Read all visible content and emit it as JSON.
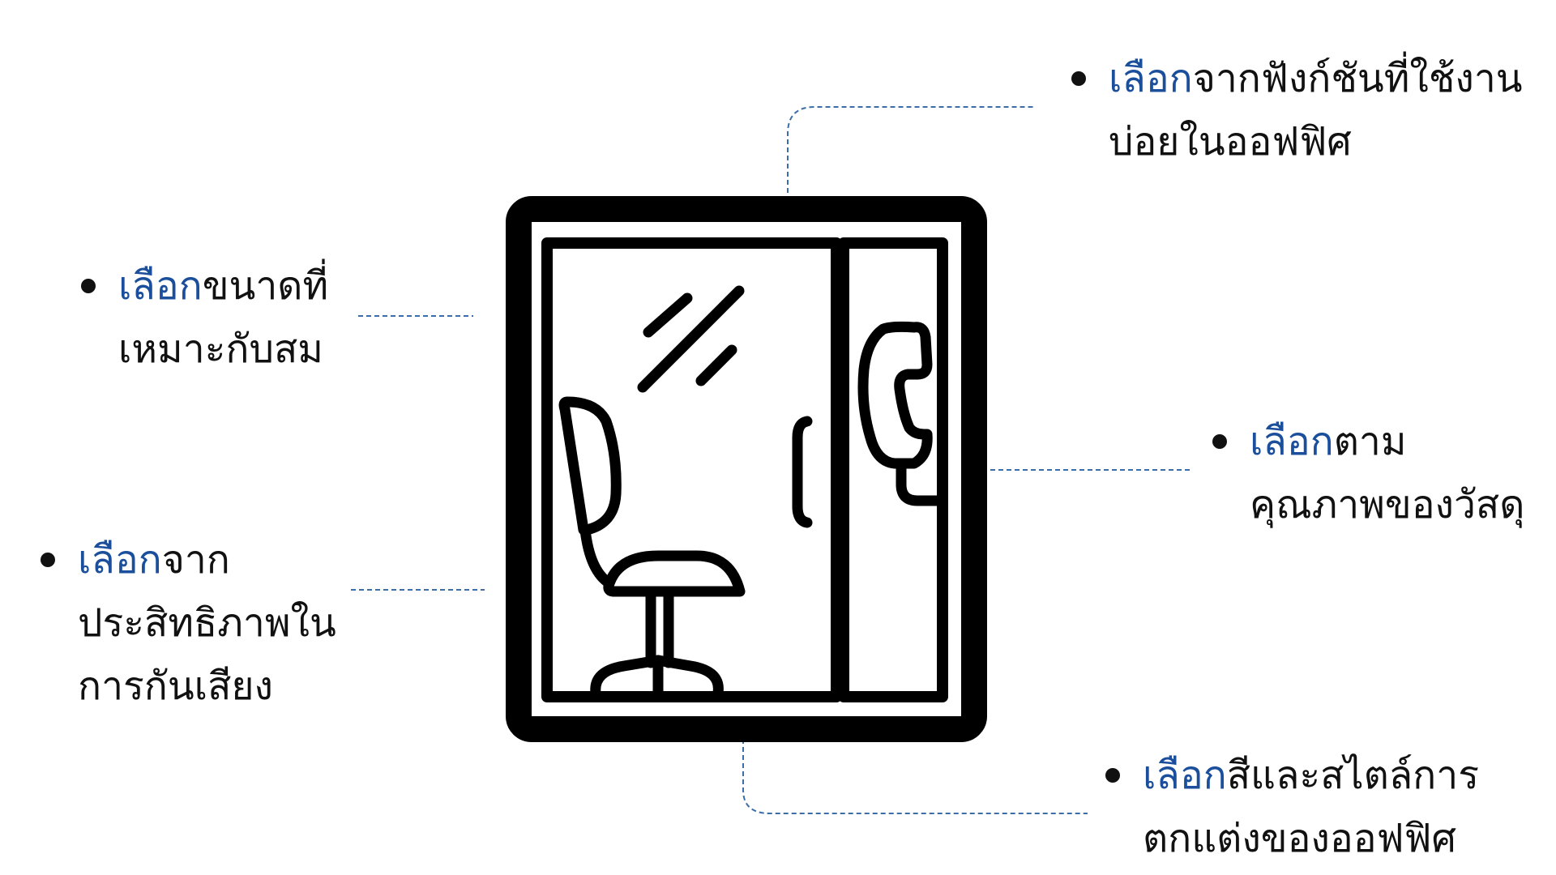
{
  "colors": {
    "keyword": "#1b4f9c",
    "text": "#111111",
    "connector": "#3b6ea8",
    "icon": "#000000"
  },
  "icon": {
    "name": "phone-booth-icon"
  },
  "callouts": [
    {
      "id": "top-right",
      "keyword": "เลือก",
      "rest": "จากฟังก์ชันที่ใช้งาน",
      "line2": "บ่อยในออฟฟิศ"
    },
    {
      "id": "upper-left",
      "keyword": "เลือก",
      "rest": "ขนาดที่",
      "line2": "เหมาะกับสม"
    },
    {
      "id": "right",
      "keyword": "เลือก",
      "rest": "ตาม",
      "line2": "คุณภาพของวัสดุ"
    },
    {
      "id": "lower-left",
      "keyword": "เลือก",
      "rest": "จาก",
      "line2": "ประสิทธิภาพใน",
      "line3": "การกันเสียง"
    },
    {
      "id": "bottom-right",
      "keyword": "เลือก",
      "rest": "สีและสไตล์การ",
      "line2": "ตกแต่งของออฟฟิศ"
    }
  ]
}
